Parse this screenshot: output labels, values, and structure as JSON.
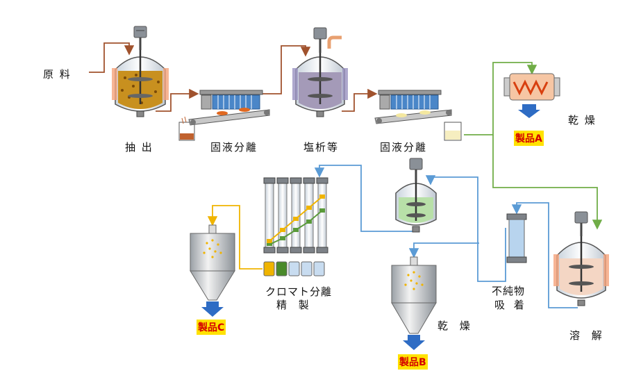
{
  "labels": {
    "raw": "原 料",
    "extract": "抽 出",
    "sep1": "固液分離",
    "salt": "塩析等",
    "sep2": "固液分離",
    "dry_a": "乾 燥",
    "chroma": "クロマト分離",
    "refine": "精 製",
    "impurity1": "不純物",
    "impurity2": "吸 着",
    "dissolve": "溶 解",
    "dry_b": "乾 燥"
  },
  "products": {
    "a": "製品A",
    "b": "製品B",
    "c": "製品C"
  },
  "colors": {
    "brown_line": "#a0522d",
    "green_line": "#70ad47",
    "blue_line": "#5b9bd5",
    "yellow_line": "#f0b400",
    "product_bg": "#ffe200",
    "product_text": "#d40000"
  }
}
